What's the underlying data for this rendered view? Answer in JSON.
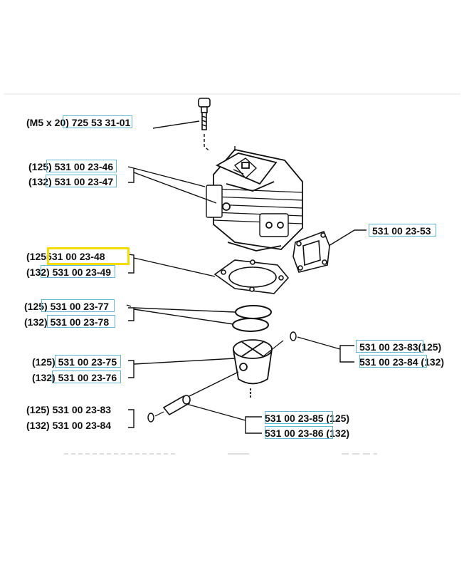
{
  "highlight_color": "#f5dc00",
  "box_color": "#5fb6d6",
  "labels": {
    "bolt": {
      "prefix": "(M5 x 20",
      "part": ") 725 53 31-01"
    },
    "cyl_125": {
      "prefix": "(125",
      "part": ") 531 00 23-46"
    },
    "cyl_132": {
      "prefix": "(132",
      "part": ") 531 00 23-47"
    },
    "gasket_right": {
      "part": "531 00 23-53"
    },
    "base_125": {
      "prefix": "(125",
      "part": " 531 00 23-48"
    },
    "base_132": {
      "prefix": "(13",
      "part": "2) 531 00 23-49"
    },
    "ring_125": {
      "prefix": "(12",
      "part": "5) 531 00 23-77"
    },
    "ring_132": {
      "prefix": "(132",
      "part": ") 531 00 23-78"
    },
    "circlip_r_125": {
      "part": "531 00 23-83",
      "suffix": "(125)"
    },
    "circlip_r_132": {
      "part": "531 00 23-84 (",
      "suffix": "132)"
    },
    "piston_125": {
      "prefix": "(125",
      "part": ") 531 00 23-75"
    },
    "piston_132": {
      "prefix": "(132",
      "part": ") 531 00 23-76"
    },
    "circlip_l_125": {
      "text": "(125) 531 00 23-83"
    },
    "circlip_l_132": {
      "text": "(132) 531 00 23-84"
    },
    "pin_125": {
      "part": "531 00 23-85 (",
      "suffix": "125)"
    },
    "pin_132": {
      "part": "531 00 23-86 (",
      "suffix": "132)"
    }
  }
}
